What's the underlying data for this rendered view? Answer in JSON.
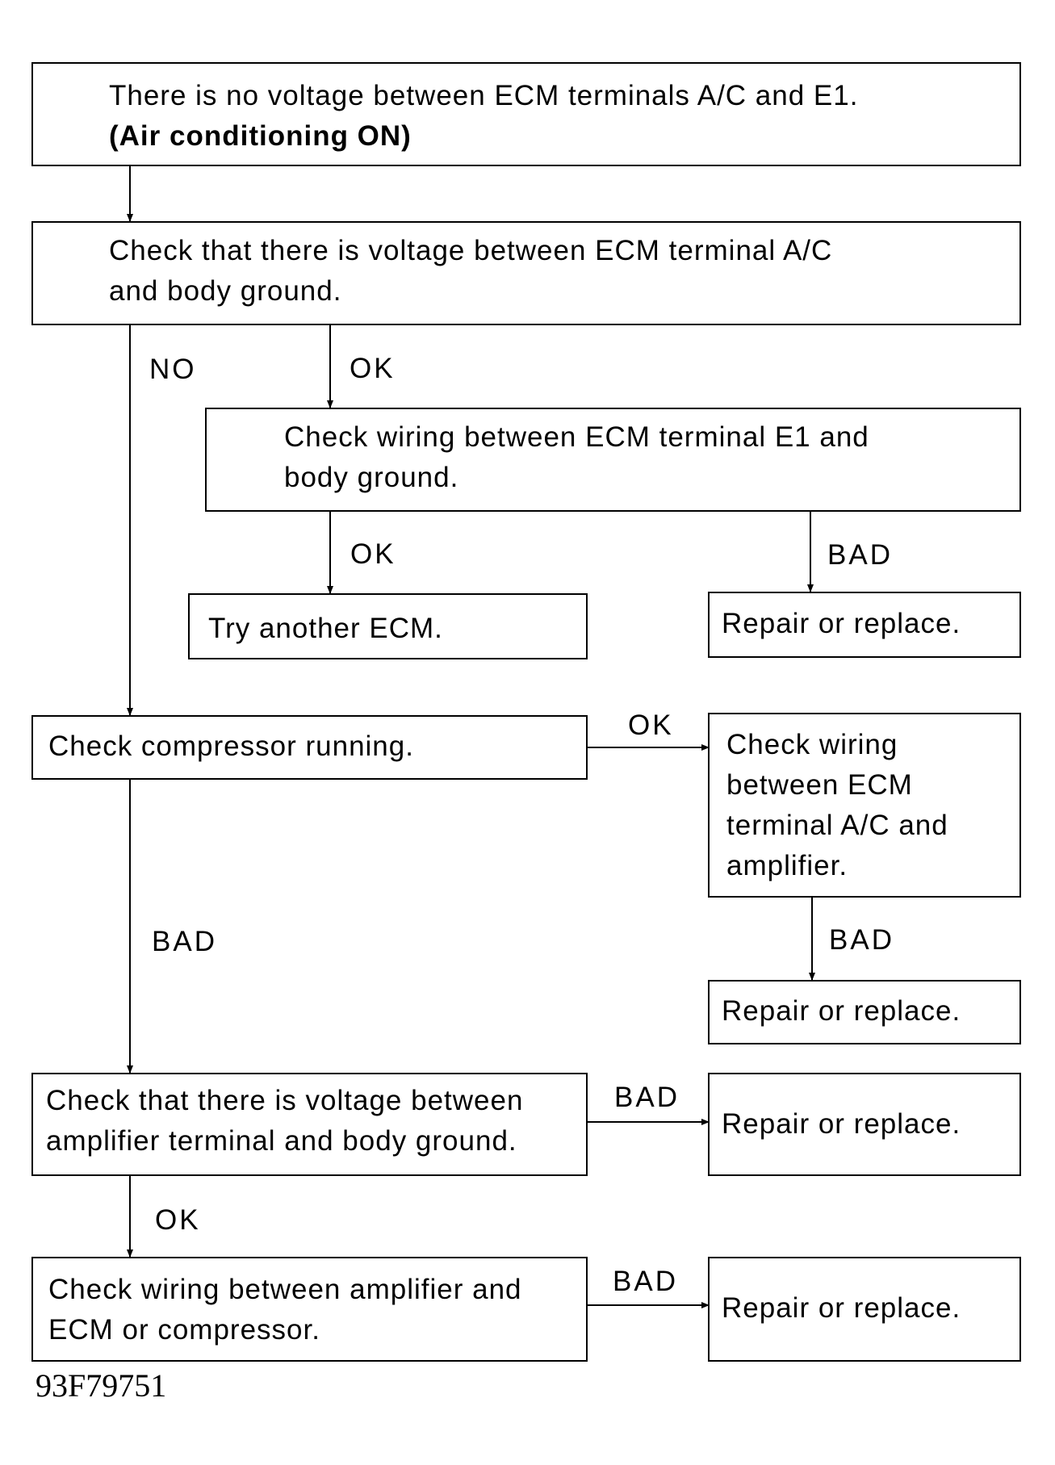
{
  "nodes": {
    "start": {
      "line1": "There is no voltage between ECM terminals A/C and E1.",
      "line2": "(Air conditioning ON)"
    },
    "check_voltage_ac": "Check that there is voltage between ECM terminal A/C\nand body ground.",
    "check_wiring_e1": "Check wiring between ECM terminal E1 and\nbody ground.",
    "try_another_ecm": "Try another ECM.",
    "repair_1": "Repair or replace.",
    "check_compressor": "Check compressor running.",
    "check_wiring_ac_amp": "Check wiring\nbetween ECM\nterminal A/C and\namplifier.",
    "repair_2": "Repair or replace.",
    "check_amp_voltage": "Check that there is voltage between\namplifier terminal and body ground.",
    "repair_3": "Repair or replace.",
    "check_wiring_amp_ecm": "Check wiring between amplifier and\nECM or compressor.",
    "repair_4": "Repair or replace."
  },
  "edge_labels": {
    "no_1": "NO",
    "ok_1": "OK",
    "ok_2": "OK",
    "bad_1": "BAD",
    "ok_3": "OK",
    "bad_2": "BAD",
    "bad_3": "BAD",
    "bad_4": "BAD",
    "ok_4": "OK",
    "bad_5": "BAD"
  },
  "figure_code": "93F79751"
}
